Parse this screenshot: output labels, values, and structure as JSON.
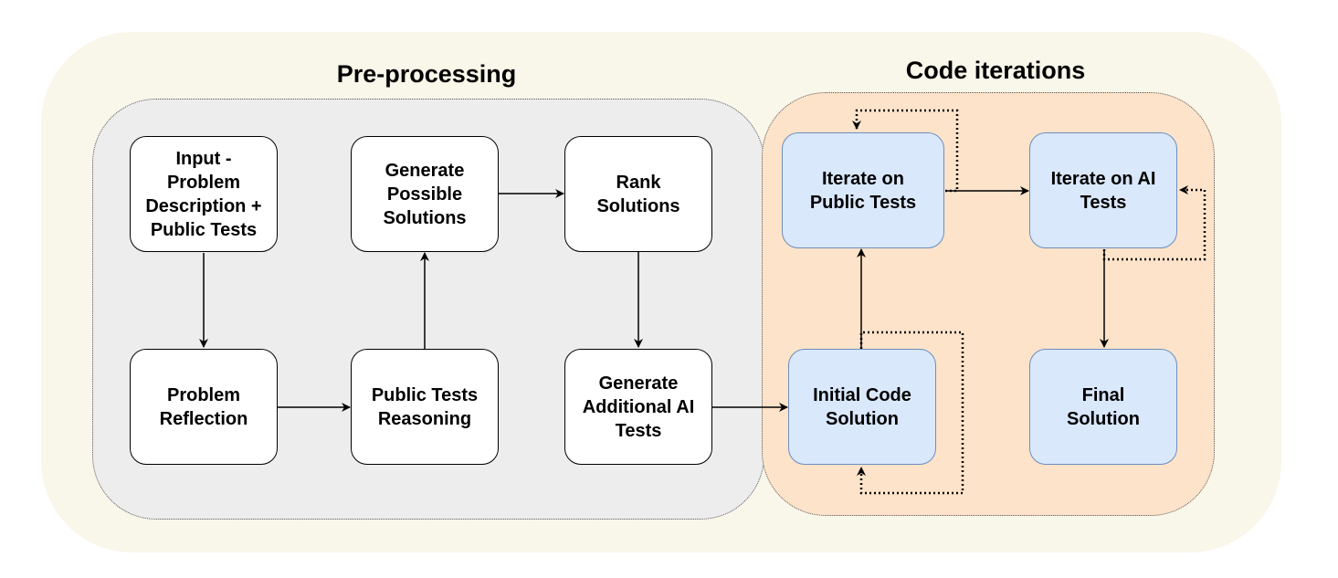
{
  "groups": {
    "preprocessing": {
      "title": "Pre-processing"
    },
    "code_iterations": {
      "title": "Code iterations"
    }
  },
  "nodes": {
    "input": {
      "label": "Input -\nProblem\nDescription +\nPublic Tests"
    },
    "problem_reflection": {
      "label": "Problem\nReflection"
    },
    "generate_solutions": {
      "label": "Generate\nPossible\nSolutions"
    },
    "public_tests_reasoning": {
      "label": "Public Tests\nReasoning"
    },
    "rank_solutions": {
      "label": "Rank\nSolutions"
    },
    "generate_ai_tests": {
      "label": "Generate\nAdditional AI\nTests"
    },
    "iterate_public": {
      "label": "Iterate on\nPublic Tests"
    },
    "iterate_ai": {
      "label": "Iterate on AI\nTests"
    },
    "initial_code": {
      "label": "Initial Code\nSolution"
    },
    "final_solution": {
      "label": "Final\nSolution"
    }
  },
  "colors": {
    "outer_background": "#f9f6ea",
    "preprocessing_background": "#ededed",
    "code_iterations_background": "#fde3c9",
    "node_default": "#ffffff",
    "node_highlight": "#dae8fc",
    "node_highlight_border": "#6c8ebf"
  }
}
